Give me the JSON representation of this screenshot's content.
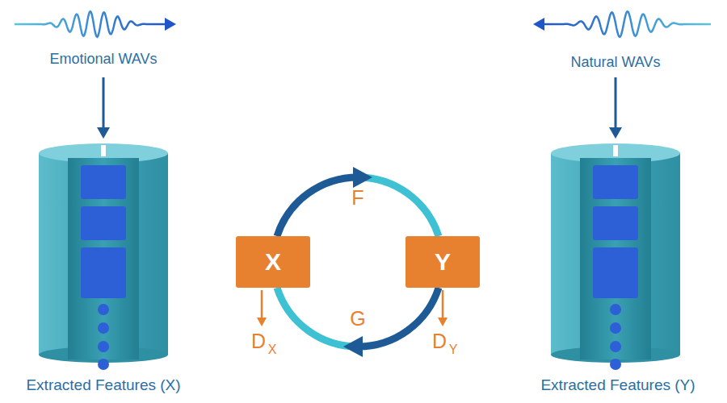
{
  "diagram": {
    "nodes": [
      {
        "text": [
          "X"
        ]
      },
      {
        "text": [
          "Y"
        ]
      }
    ],
    "edges": [
      {
        "from": 0,
        "to": 1,
        "label": "F",
        "arrow": "to"
      },
      {
        "from": 1,
        "to": 0,
        "label": "G",
        "arrow": "to"
      }
    ],
    "labels": [
      "Emotional WAVs",
      "Natural WAVs",
      "Extracted Features (X)",
      "Extracted Features (Y)",
      "D",
      "X",
      "D",
      "Y"
    ]
  }
}
